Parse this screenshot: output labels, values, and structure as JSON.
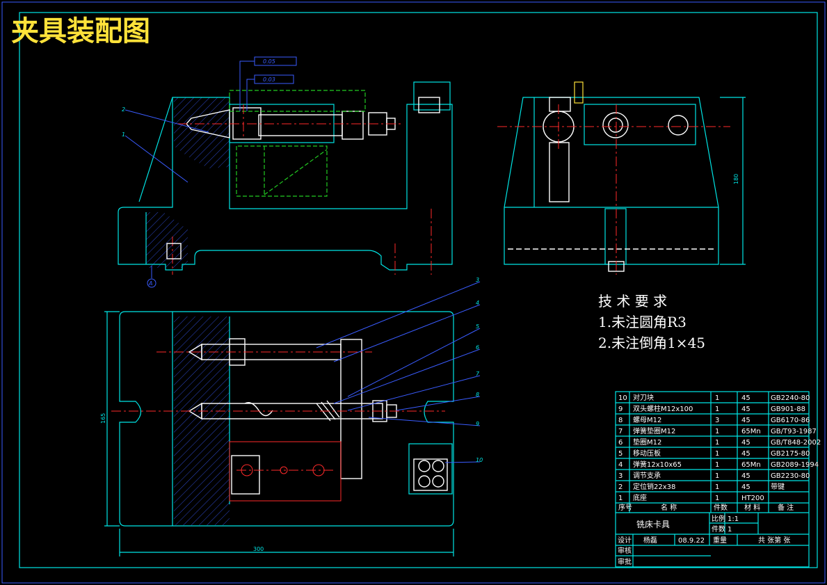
{
  "title": "夹具装配图",
  "tech_requirements": {
    "heading": "技 术 要 求",
    "items": [
      "1.未注圆角R3",
      "2.未注倒角1×45"
    ]
  },
  "tolerances": [
    "0.05",
    "0.03"
  ],
  "datum": "A",
  "dimensions": {
    "width": "300",
    "height_plan": "165",
    "height_side": "180"
  },
  "balloons": [
    "1",
    "2",
    "3",
    "4",
    "5",
    "6",
    "7",
    "8",
    "9",
    "10"
  ],
  "parts_list": [
    {
      "no": "10",
      "name": "对刀块",
      "qty": "1",
      "material": "45",
      "note": "GB2240-80"
    },
    {
      "no": "9",
      "name": "双头螺柱M12x100",
      "qty": "1",
      "material": "45",
      "note": "GB901-88"
    },
    {
      "no": "8",
      "name": "螺母M12",
      "qty": "3",
      "material": "45",
      "note": "GB6170-86"
    },
    {
      "no": "7",
      "name": "弹簧垫圈M12",
      "qty": "1",
      "material": "65Mn",
      "note": "GB/T93-1987"
    },
    {
      "no": "6",
      "name": "垫圈M12",
      "qty": "1",
      "material": "45",
      "note": "GB/T848-2002"
    },
    {
      "no": "5",
      "name": "移动压板",
      "qty": "1",
      "material": "45",
      "note": "GB2175-80"
    },
    {
      "no": "4",
      "name": "弹簧12x10x65",
      "qty": "1",
      "material": "65Mn",
      "note": "GB2089-1994"
    },
    {
      "no": "3",
      "name": "调节支承",
      "qty": "1",
      "material": "45",
      "note": "GB2230-80"
    },
    {
      "no": "2",
      "name": "定位销22x38",
      "qty": "1",
      "material": "45",
      "note": "带键"
    },
    {
      "no": "1",
      "name": "底座",
      "qty": "1",
      "material": "HT200",
      "note": ""
    }
  ],
  "parts_header": [
    "序号",
    "名 称",
    "件数",
    "材 料",
    "备 注"
  ],
  "title_block": {
    "drawing_name": "铣床卡具",
    "scale_label": "比例",
    "scale_value": "1:1",
    "sheets_label": "件数",
    "sheets_value": "1",
    "designer_label": "设计",
    "designer_name": "杨磊",
    "date": "08.9.22",
    "weight_label": "重量",
    "series": "共 张第 张",
    "checker_label": "审核",
    "approve_label": "审批"
  }
}
